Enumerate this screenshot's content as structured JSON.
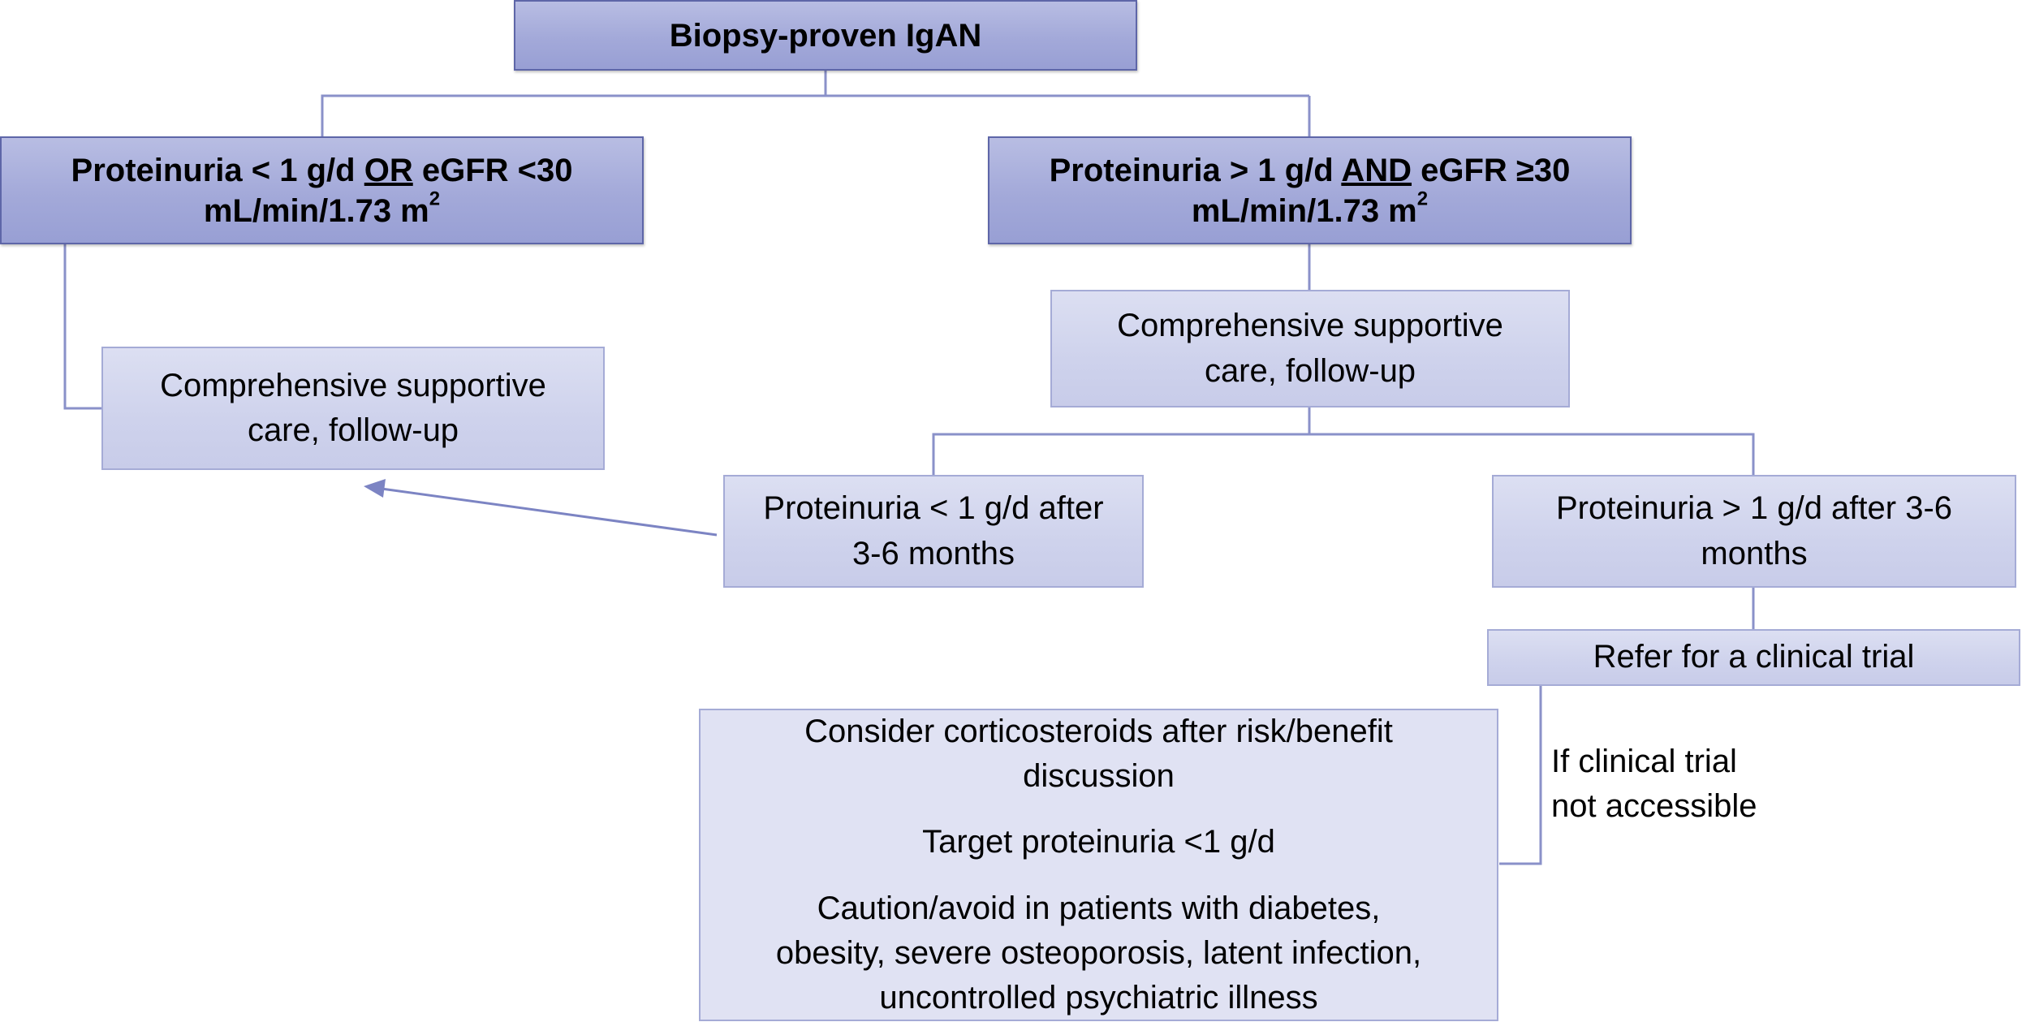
{
  "root": {
    "label": "Biopsy-proven IgAN"
  },
  "left_branch": {
    "pre": "Proteinuria < 1 g/d ",
    "op": "OR",
    "post": " eGFR <30",
    "line2": "mL/min/1.73 m",
    "sup": "2"
  },
  "right_branch": {
    "pre": "Proteinuria > 1 g/d ",
    "op": "AND",
    "post": " eGFR ≥30",
    "line2": "mL/min/1.73 m",
    "sup": "2"
  },
  "left_care": {
    "line1": "Comprehensive supportive",
    "line2": "care, follow-up"
  },
  "right_care": {
    "line1": "Comprehensive supportive",
    "line2": "care, follow-up"
  },
  "low_response": {
    "line1": "Proteinuria < 1 g/d after",
    "line2": "3-6 months"
  },
  "high_response": {
    "line1": "Proteinuria > 1 g/d after 3-6",
    "line2": "months"
  },
  "trial": {
    "label": "Refer for a clinical trial"
  },
  "steroids": {
    "p1_line1": "Consider corticosteroids after risk/benefit",
    "p1_line2": "discussion",
    "p2": "Target proteinuria <1 g/d",
    "p3_line1": "Caution/avoid in patients with diabetes,",
    "p3_line2": "obesity, severe osteoporosis, latent infection,",
    "p3_line3": "uncontrolled psychiatric illness"
  },
  "trial_note": {
    "line1": "If clinical trial",
    "line2": "not accessible"
  },
  "colors": {
    "connector": "#8a91c9",
    "arrow": "#7c84c3",
    "dark_fill": "#a3a9d9",
    "light_fill": "#ced2ec"
  }
}
